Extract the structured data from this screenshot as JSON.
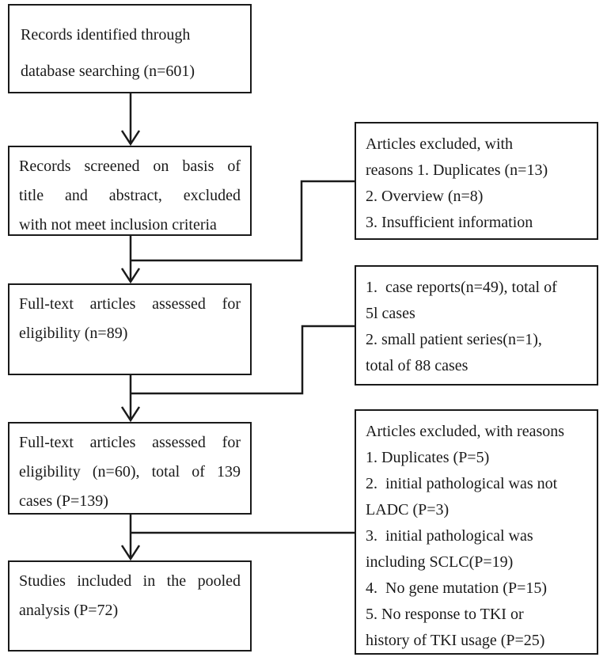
{
  "flow": {
    "colors": {
      "line": "#1a1a1a",
      "text": "#1a1a1a",
      "background": "#ffffff"
    },
    "left_boxes": [
      {
        "name": "records-identified",
        "lines": [
          "Records identified through",
          "database searching (n=601)"
        ]
      },
      {
        "name": "records-screened",
        "lines": [
          "Records screened on basis of",
          "title and abstract, excluded",
          "with not meet inclusion criteria"
        ]
      },
      {
        "name": "fulltext-assessed-89",
        "lines": [
          "Full-text articles assessed for",
          "eligibility (n=89)"
        ]
      },
      {
        "name": "fulltext-assessed-60",
        "lines": [
          "Full-text articles assessed for",
          "eligibility (n=60), total of 139",
          "cases (P=139)"
        ]
      },
      {
        "name": "studies-included",
        "lines": [
          "Studies included in the pooled",
          "analysis (P=72)"
        ]
      }
    ],
    "right_boxes": [
      {
        "name": "excluded-screening",
        "lines": [
          "Articles excluded, with",
          "reasons 1. Duplicates (n=13)",
          "2. Overview (n=8)",
          "3. Insufficient information"
        ]
      },
      {
        "name": "included-study-types",
        "lines": [
          "1.  case reports(n=49), total of",
          "5l cases",
          "2. small patient series(n=1),",
          "total of 88 cases"
        ]
      },
      {
        "name": "excluded-fulltext",
        "lines": [
          "Articles excluded, with reasons",
          "1. Duplicates (P=5)",
          "2.  initial pathological was not",
          "LADC (P=3)",
          "3.  initial pathological was",
          "including SCLC(P=19)",
          "4.  No gene mutation (P=15)",
          "5. No response to TKI or",
          "history of TKI usage (P=25)"
        ]
      }
    ]
  }
}
